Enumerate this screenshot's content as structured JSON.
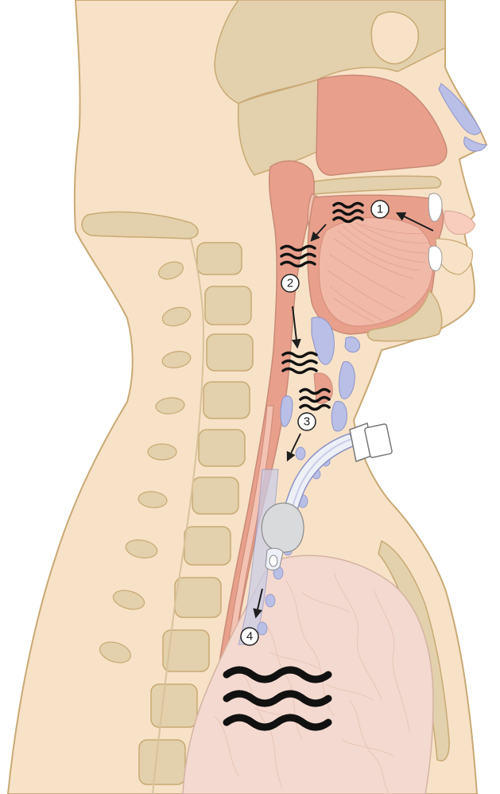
{
  "diagram": {
    "subject": "sagittal-section-head-neck-with-tracheostomy-tube",
    "colors": {
      "skin": "#f7e2c8",
      "bone": "#e3d0ac",
      "bone_dark": "#d8c29b",
      "mucosa": "#e8a08c",
      "mucosa_light": "#f3c2b2",
      "muscle": "#f0b9a8",
      "cartilage": "#b9bfe6",
      "outline": "#c9a974",
      "lung": "#f3d9cf",
      "tube": "#eef0f8",
      "cuff": "#d9dadc",
      "arrow": "#1e1e1e",
      "wave": "#111111"
    },
    "markers": [
      {
        "label": "1"
      },
      {
        "label": "2"
      },
      {
        "label": "3"
      },
      {
        "label": "4"
      }
    ]
  }
}
